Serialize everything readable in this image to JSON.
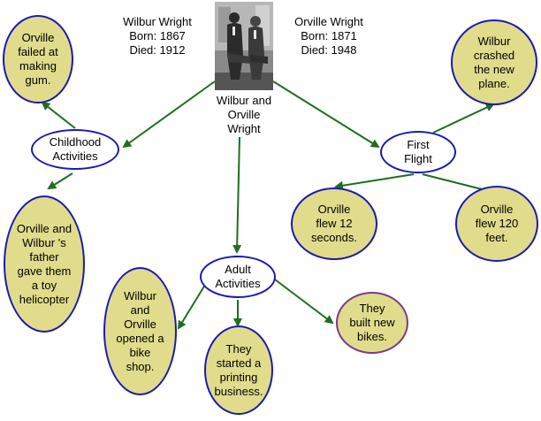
{
  "center": {
    "label": "Wilbur and\nOrville\nWright",
    "photo_icon": "portrait-photo-two-men"
  },
  "wilbur_info": "Wilbur Wright\nBorn: 1867\nDied: 1912",
  "orville_info": "Orville Wright\nBorn: 1871\nDied: 1948",
  "topics": {
    "childhood": "Childhood\nActivities",
    "adult": "Adult\nActivities",
    "first_flight": "First\nFlight"
  },
  "facts": {
    "gum": "Orville\nfailed at\nmaking\ngum.",
    "helicopter": "Orville and\nWilbur 's\nfather\ngave them\na toy\nhelicopter",
    "bike_shop": "Wilbur\nand\nOrville\nopened a\nbike\nshop.",
    "printing": "They\nstarted a\nprinting\nbusiness.",
    "new_bikes": "They\nbuilt new\nbikes.",
    "crashed": "Wilbur\ncrashed\nthe new\nplane.",
    "flew_12": "Orville\nflew 12\nseconds.",
    "flew_120": "Orville\nflew 120\nfeet."
  },
  "colors": {
    "arrow": "#1e6e1e",
    "topic_border": "#1a1ab0",
    "leaf_fill": "#e0dc8c",
    "leaf_border_alt": "#7a3a8a"
  }
}
